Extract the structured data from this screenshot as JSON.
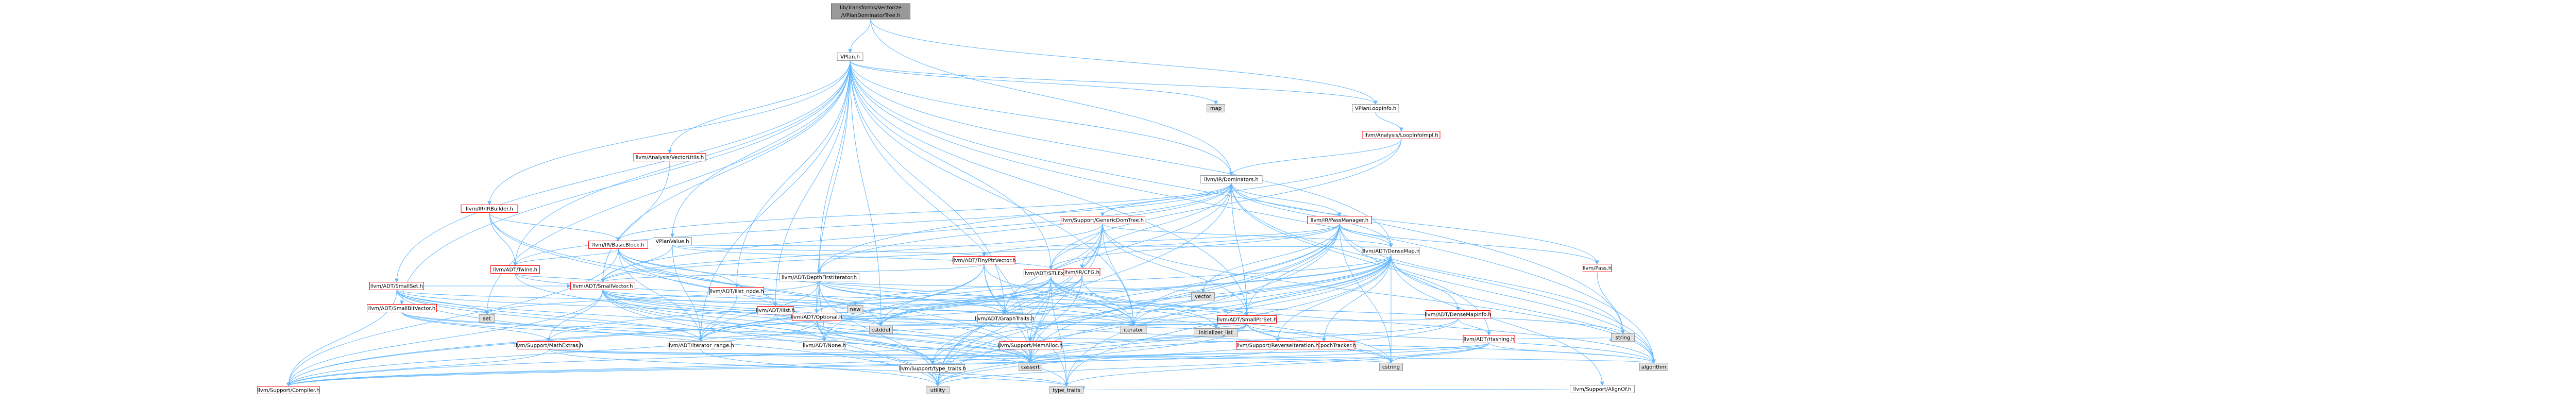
{
  "colors": {
    "root_fill": "#999999",
    "root_stroke": "#666666",
    "node_fill": "#ffffff",
    "node_stroke_red": "#ff0000",
    "node_stroke_grey": "#999999",
    "system_fill": "#e0e0e0",
    "system_stroke": "#999999",
    "edge": "#63b8ff",
    "text": "#000000"
  },
  "nodes": [
    {
      "id": "root",
      "label": "lib/Transforms/Vectorize\n/VPlanDominatorTree.h",
      "kind": "root"
    },
    {
      "id": "vplan",
      "label": "VPlan.h",
      "kind": "local"
    },
    {
      "id": "map",
      "label": "map",
      "kind": "system"
    },
    {
      "id": "vplanloopinfo",
      "label": "VPlanLoopInfo.h",
      "kind": "local"
    },
    {
      "id": "loopinfoimpl",
      "label": "llvm/Analysis/LoopInfoImpl.h",
      "kind": "red"
    },
    {
      "id": "vectorutils",
      "label": "llvm/Analysis/VectorUtils.h",
      "kind": "red"
    },
    {
      "id": "irbuilder",
      "label": "llvm/IR/IRBuilder.h",
      "kind": "red"
    },
    {
      "id": "basicblock",
      "label": "llvm/IR/BasicBlock.h",
      "kind": "red"
    },
    {
      "id": "twine",
      "label": "llvm/ADT/Twine.h",
      "kind": "red"
    },
    {
      "id": "smallset",
      "label": "llvm/ADT/SmallSet.h",
      "kind": "red"
    },
    {
      "id": "smallbitvector",
      "label": "llvm/ADT/SmallBitVector.h",
      "kind": "red"
    },
    {
      "id": "smallvector",
      "label": "llvm/ADT/SmallVector.h",
      "kind": "red"
    },
    {
      "id": "vplanvalue",
      "label": "VPlanValue.h",
      "kind": "local"
    },
    {
      "id": "dfiterator",
      "label": "llvm/ADT/DepthFirstIterator.h",
      "kind": "local"
    },
    {
      "id": "ilistnode",
      "label": "llvm/ADT/ilist_node.h",
      "kind": "red"
    },
    {
      "id": "ilist",
      "label": "llvm/ADT/ilist.h",
      "kind": "red"
    },
    {
      "id": "optional",
      "label": "llvm/ADT/Optional.h",
      "kind": "red"
    },
    {
      "id": "tinyptrvector",
      "label": "llvm/ADT/TinyPtrVector.h",
      "kind": "red"
    },
    {
      "id": "stlextras",
      "label": "llvm/ADT/STLExtras.h",
      "kind": "red"
    },
    {
      "id": "irdominators",
      "label": "llvm/IR/Dominators.h",
      "kind": "local"
    },
    {
      "id": "genericdomtree",
      "label": "llvm/Support/GenericDomTree.h",
      "kind": "red"
    },
    {
      "id": "passmanager",
      "label": "llvm/IR/PassManager.h",
      "kind": "red"
    },
    {
      "id": "cfg",
      "label": "llvm/IR/CFG.h",
      "kind": "red"
    },
    {
      "id": "densemap",
      "label": "llvm/ADT/DenseMap.h",
      "kind": "local"
    },
    {
      "id": "smallptrset",
      "label": "llvm/ADT/SmallPtrSet.h",
      "kind": "red"
    },
    {
      "id": "densemapinfo",
      "label": "llvm/ADT/DenseMapInfo.h",
      "kind": "red"
    },
    {
      "id": "hashing",
      "label": "llvm/ADT/Hashing.h",
      "kind": "red"
    },
    {
      "id": "pass",
      "label": "llvm/Pass.h",
      "kind": "red"
    },
    {
      "id": "alignof",
      "label": "llvm/Support/AlignOf.h",
      "kind": "local"
    },
    {
      "id": "epochtracker",
      "label": "llvm/ADT/EpochTracker.h",
      "kind": "red"
    },
    {
      "id": "reverseiteration",
      "label": "llvm/Support/ReverseIteration.h",
      "kind": "red"
    },
    {
      "id": "memalloc",
      "label": "llvm/Support/MemAlloc.h",
      "kind": "red"
    },
    {
      "id": "mathextras",
      "label": "llvm/Support/MathExtras.h",
      "kind": "red"
    },
    {
      "id": "graphtraits",
      "label": "llvm/ADT/GraphTraits.h",
      "kind": "local"
    },
    {
      "id": "iteratorrange",
      "label": "llvm/ADT/iterator_range.h",
      "kind": "local"
    },
    {
      "id": "none",
      "label": "llvm/ADT/None.h",
      "kind": "local"
    },
    {
      "id": "typetraitsllvm",
      "label": "llvm/Support/type_traits.h",
      "kind": "local"
    },
    {
      "id": "compiler",
      "label": "llvm/Support/Compiler.h",
      "kind": "red"
    },
    {
      "id": "set",
      "label": "set",
      "kind": "system"
    },
    {
      "id": "vector",
      "label": "vector",
      "kind": "system"
    },
    {
      "id": "string",
      "label": "string",
      "kind": "system"
    },
    {
      "id": "new",
      "label": "new",
      "kind": "system"
    },
    {
      "id": "cstddef",
      "label": "cstddef",
      "kind": "system"
    },
    {
      "id": "iterator",
      "label": "iterator",
      "kind": "system"
    },
    {
      "id": "initlist",
      "label": "initializer_list",
      "kind": "system"
    },
    {
      "id": "cstring",
      "label": "cstring",
      "kind": "system"
    },
    {
      "id": "algorithm",
      "label": "algorithm",
      "kind": "system"
    },
    {
      "id": "cassert",
      "label": "cassert",
      "kind": "system"
    },
    {
      "id": "utility",
      "label": "utility",
      "kind": "system"
    },
    {
      "id": "typetraits",
      "label": "type_traits",
      "kind": "system"
    }
  ],
  "edges": [
    [
      "root",
      "vplan"
    ],
    [
      "root",
      "irdominators"
    ],
    [
      "root",
      "vplanloopinfo"
    ],
    [
      "vplan",
      "map"
    ],
    [
      "vplan",
      "vplanloopinfo"
    ],
    [
      "vplan",
      "vectorutils"
    ],
    [
      "vplan",
      "irbuilder"
    ],
    [
      "vplan",
      "twine"
    ],
    [
      "vplan",
      "smallset"
    ],
    [
      "vplan",
      "smallbitvector"
    ],
    [
      "vplan",
      "smallvector"
    ],
    [
      "vplan",
      "vplanvalue"
    ],
    [
      "vplan",
      "dfiterator"
    ],
    [
      "vplan",
      "ilistnode"
    ],
    [
      "vplan",
      "ilist"
    ],
    [
      "vplan",
      "graphtraits"
    ],
    [
      "vplan",
      "smallptrset"
    ],
    [
      "vplan",
      "densemap"
    ],
    [
      "vplan",
      "stlextras"
    ],
    [
      "vplan",
      "string"
    ],
    [
      "vplan",
      "cassert"
    ],
    [
      "vplan",
      "algorithm"
    ],
    [
      "vplan",
      "cstddef"
    ],
    [
      "vplan",
      "iterator"
    ],
    [
      "vplan",
      "set"
    ],
    [
      "vplan",
      "optional"
    ],
    [
      "vplan",
      "irdominators"
    ],
    [
      "vplan",
      "iteratorrange"
    ],
    [
      "vplanloopinfo",
      "loopinfoimpl"
    ],
    [
      "loopinfoimpl",
      "irdominators"
    ],
    [
      "loopinfoimpl",
      "stlextras"
    ],
    [
      "loopinfoimpl",
      "dfiterator"
    ],
    [
      "vectorutils",
      "smallvector"
    ],
    [
      "irbuilder",
      "basicblock"
    ],
    [
      "irbuilder",
      "twine"
    ],
    [
      "irbuilder",
      "none"
    ],
    [
      "irbuilder",
      "cassert"
    ],
    [
      "irbuilder",
      "cstdint"
    ],
    [
      "basicblock",
      "ilist"
    ],
    [
      "basicblock",
      "ilistnode"
    ],
    [
      "basicblock",
      "twine"
    ],
    [
      "basicblock",
      "iteratorrange"
    ],
    [
      "basicblock",
      "compiler"
    ],
    [
      "basicblock",
      "cassert"
    ],
    [
      "basicblock",
      "cstddef"
    ],
    [
      "basicblock",
      "iterator"
    ],
    [
      "twine",
      "smallvector"
    ],
    [
      "twine",
      "cassert"
    ],
    [
      "twine",
      "string"
    ],
    [
      "smallset",
      "smallptrset"
    ],
    [
      "smallset",
      "smallvector"
    ],
    [
      "smallset",
      "iteratorrange"
    ],
    [
      "smallset",
      "compiler"
    ],
    [
      "smallset",
      "typetraitsllvm"
    ],
    [
      "smallset",
      "cstddef"
    ],
    [
      "smallset",
      "set"
    ],
    [
      "smallset",
      "utility"
    ],
    [
      "smallset",
      "none"
    ],
    [
      "smallbitvector",
      "iteratorrange"
    ],
    [
      "smallbitvector",
      "mathextras"
    ],
    [
      "smallbitvector",
      "algorithm"
    ],
    [
      "smallbitvector",
      "cassert"
    ],
    [
      "smallvector",
      "compiler"
    ],
    [
      "smallvector",
      "typetraitsllvm"
    ],
    [
      "smallvector",
      "algorithm"
    ],
    [
      "smallvector",
      "cassert"
    ],
    [
      "smallvector",
      "cstddef"
    ],
    [
      "smallvector",
      "cstring"
    ],
    [
      "smallvector",
      "initlist"
    ],
    [
      "smallvector",
      "iterator"
    ],
    [
      "smallvector",
      "new"
    ],
    [
      "smallvector",
      "utility"
    ],
    [
      "smallvector",
      "typetraits"
    ],
    [
      "smallvector",
      "mathextras"
    ],
    [
      "vplanvalue",
      "densemap"
    ],
    [
      "vplanvalue",
      "stlextras"
    ],
    [
      "vplanvalue",
      "smallvector"
    ],
    [
      "vplanvalue",
      "tinyptrvector"
    ],
    [
      "vplanvalue",
      "iteratorrange"
    ],
    [
      "dfiterator",
      "graphtraits"
    ],
    [
      "dfiterator",
      "none"
    ],
    [
      "dfiterator",
      "optional"
    ],
    [
      "dfiterator",
      "smallptrset"
    ],
    [
      "dfiterator",
      "iteratorrange"
    ],
    [
      "dfiterator",
      "iterator"
    ],
    [
      "dfiterator",
      "set"
    ],
    [
      "dfiterator",
      "utility"
    ],
    [
      "dfiterator",
      "vector"
    ],
    [
      "ilistnode",
      "iteratorrange"
    ],
    [
      "ilist",
      "iteratorrange"
    ],
    [
      "ilist",
      "cassert"
    ],
    [
      "ilist",
      "cstddef"
    ],
    [
      "ilist",
      "iterator"
    ],
    [
      "optional",
      "none"
    ],
    [
      "optional",
      "compiler"
    ],
    [
      "optional",
      "typetraitsllvm"
    ],
    [
      "optional",
      "cassert"
    ],
    [
      "optional",
      "new"
    ],
    [
      "optional",
      "utility"
    ],
    [
      "tinyptrvector",
      "smallvector"
    ],
    [
      "tinyptrvector",
      "none"
    ],
    [
      "tinyptrvector",
      "cassert"
    ],
    [
      "tinyptrvector",
      "cstddef"
    ],
    [
      "tinyptrvector",
      "iterator"
    ],
    [
      "tinyptrvector",
      "typetraits"
    ],
    [
      "stlextras",
      "optional"
    ],
    [
      "stlextras",
      "iteratorrange"
    ],
    [
      "stlextras",
      "compiler"
    ],
    [
      "stlextras",
      "algorithm"
    ],
    [
      "stlextras",
      "cassert"
    ],
    [
      "stlextras",
      "cstddef"
    ],
    [
      "stlextras",
      "cstring"
    ],
    [
      "stlextras",
      "initlist"
    ],
    [
      "stlextras",
      "iterator"
    ],
    [
      "stlextras",
      "utility"
    ],
    [
      "stlextras",
      "typetraits"
    ],
    [
      "irdominators",
      "densemap"
    ],
    [
      "irdominators",
      "genericdomtree"
    ],
    [
      "irdominators",
      "passmanager"
    ],
    [
      "irdominators",
      "pass"
    ],
    [
      "irdominators",
      "cfg"
    ],
    [
      "irdominators",
      "basicblock"
    ],
    [
      "irdominators",
      "dfiterator"
    ],
    [
      "irdominators",
      "graphtraits"
    ],
    [
      "irdominators",
      "hashing"
    ],
    [
      "irdominators",
      "smallptrset"
    ],
    [
      "irdominators",
      "smallvector"
    ],
    [
      "irdominators",
      "twine"
    ],
    [
      "irdominators",
      "algorithm"
    ],
    [
      "irdominators",
      "utility"
    ],
    [
      "genericdomtree",
      "densemap"
    ],
    [
      "genericdomtree",
      "graphtraits"
    ],
    [
      "genericdomtree",
      "stlextras"
    ],
    [
      "genericdomtree",
      "smallptrset"
    ],
    [
      "genericdomtree",
      "smallvector"
    ],
    [
      "genericdomtree",
      "algorithm"
    ],
    [
      "genericdomtree",
      "cassert"
    ],
    [
      "genericdomtree",
      "iterator"
    ],
    [
      "genericdomtree",
      "memalloc"
    ],
    [
      "genericdomtree",
      "utility"
    ],
    [
      "passmanager",
      "densemap"
    ],
    [
      "passmanager",
      "stlextras"
    ],
    [
      "passmanager",
      "smallptrset"
    ],
    [
      "passmanager",
      "smallvector"
    ],
    [
      "passmanager",
      "tinyptrvector"
    ],
    [
      "passmanager",
      "typetraitsllvm"
    ],
    [
      "passmanager",
      "algorithm"
    ],
    [
      "passmanager",
      "cassert"
    ],
    [
      "passmanager",
      "cstring"
    ],
    [
      "passmanager",
      "iterator"
    ],
    [
      "passmanager",
      "string"
    ],
    [
      "passmanager",
      "utility"
    ],
    [
      "passmanager",
      "vector"
    ],
    [
      "passmanager",
      "pass"
    ],
    [
      "passmanager",
      "typetraits"
    ],
    [
      "cfg",
      "graphtraits"
    ],
    [
      "cfg",
      "iteratorrange"
    ],
    [
      "cfg",
      "cassert"
    ],
    [
      "cfg",
      "cstddef"
    ],
    [
      "cfg",
      "iterator"
    ],
    [
      "densemap",
      "densemapinfo"
    ],
    [
      "densemap",
      "epochtracker"
    ],
    [
      "densemap",
      "alignof"
    ],
    [
      "densemap",
      "compiler"
    ],
    [
      "densemap",
      "mathextras"
    ],
    [
      "densemap",
      "memalloc"
    ],
    [
      "densemap",
      "reverseiteration"
    ],
    [
      "densemap",
      "typetraitsllvm"
    ],
    [
      "densemap",
      "algorithm"
    ],
    [
      "densemap",
      "cassert"
    ],
    [
      "densemap",
      "cstddef"
    ],
    [
      "densemap",
      "cstring"
    ],
    [
      "densemap",
      "initlist"
    ],
    [
      "densemap",
      "iterator"
    ],
    [
      "densemap",
      "new"
    ],
    [
      "densemap",
      "typetraits"
    ],
    [
      "densemap",
      "utility"
    ],
    [
      "smallptrset",
      "epochtracker"
    ],
    [
      "smallptrset",
      "compiler"
    ],
    [
      "smallptrset",
      "reverseiteration"
    ],
    [
      "smallptrset",
      "typetraitsllvm"
    ],
    [
      "smallptrset",
      "cassert"
    ],
    [
      "smallptrset",
      "cstddef"
    ],
    [
      "smallptrset",
      "cstring"
    ],
    [
      "smallptrset",
      "initlist"
    ],
    [
      "smallptrset",
      "iterator"
    ],
    [
      "smallptrset",
      "utility"
    ],
    [
      "smallptrset",
      "cstdlib"
    ],
    [
      "densemapinfo",
      "hashing"
    ],
    [
      "densemapinfo",
      "cassert"
    ],
    [
      "densemapinfo",
      "cstddef"
    ],
    [
      "densemapinfo",
      "utility"
    ],
    [
      "hashing",
      "compiler"
    ],
    [
      "hashing",
      "typetraitsllvm"
    ],
    [
      "hashing",
      "algorithm"
    ],
    [
      "hashing",
      "cassert"
    ],
    [
      "hashing",
      "cstring"
    ],
    [
      "hashing",
      "string"
    ],
    [
      "hashing",
      "utility"
    ],
    [
      "hashing",
      "typetraits"
    ],
    [
      "pass",
      "string"
    ],
    [
      "alignof",
      "typetraits"
    ],
    [
      "mathextras",
      "compiler"
    ],
    [
      "mathextras",
      "algorithm"
    ],
    [
      "mathextras",
      "cassert"
    ],
    [
      "mathextras",
      "cstring"
    ],
    [
      "mathextras",
      "typetraits"
    ],
    [
      "graphtraits",
      "iteratorrange"
    ],
    [
      "iteratorrange",
      "utility"
    ],
    [
      "typetraitsllvm",
      "utility"
    ],
    [
      "typetraitsllvm",
      "typetraits"
    ],
    [
      "memalloc",
      "compiler"
    ],
    [
      "reverseiteration",
      "compiler"
    ]
  ]
}
